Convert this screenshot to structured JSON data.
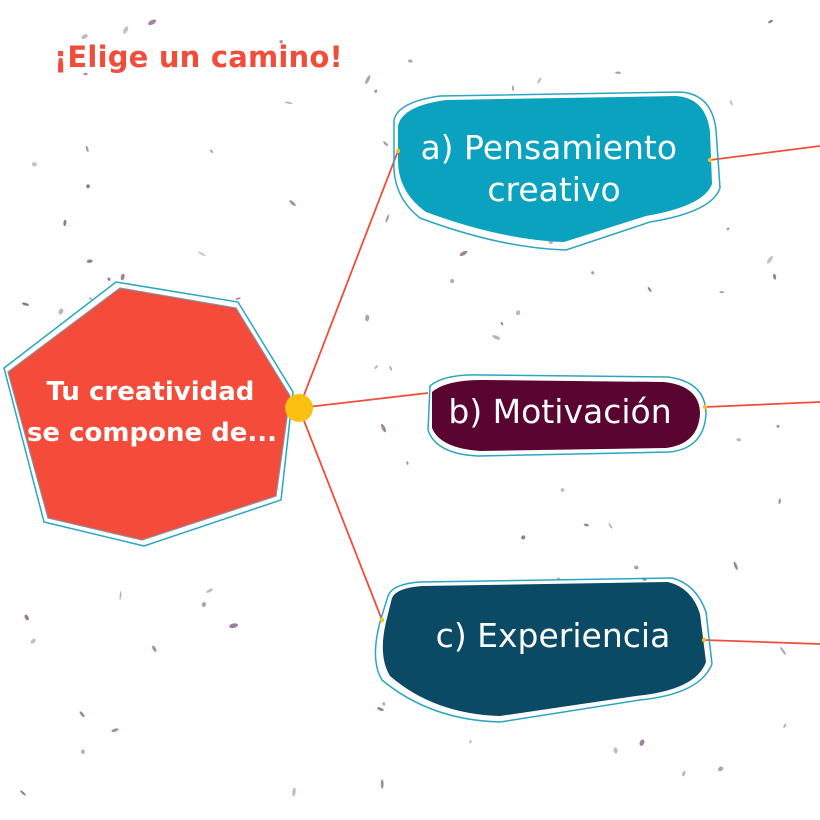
{
  "header": {
    "title": "¡Elige un camino!"
  },
  "root": {
    "line1": "Tu creatividad",
    "line2": "se compone de..."
  },
  "branches": [
    {
      "id": "a",
      "line1": "a) Pensamiento",
      "line2": "creativo"
    },
    {
      "id": "b",
      "line1": "b) Motivación"
    },
    {
      "id": "c",
      "line1": "c) Experiencia"
    }
  ],
  "colors": {
    "background": "#ffffff",
    "accent": "#f04e3b",
    "root_fill": "#f54b3a",
    "connector_dot": "#fcc011",
    "branch_a": "#0aa2be",
    "branch_b": "#5a0431",
    "branch_c": "#0a4a64",
    "outline": "#2aa6c2",
    "speckles": "#8f6a8f"
  }
}
